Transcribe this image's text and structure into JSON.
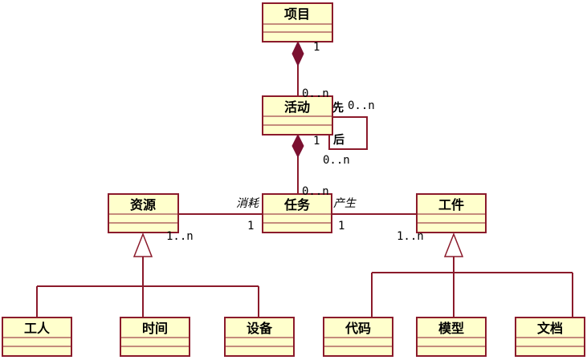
{
  "colors": {
    "class_fill": "#ffffcc",
    "class_border": "#8b1a2b",
    "line": "#8b1a2b",
    "diamond": "#7b1030"
  },
  "classes": {
    "project": "项目",
    "activity": "活动",
    "task": "任务",
    "resource": "资源",
    "artifact": "工件",
    "worker": "工人",
    "time": "时间",
    "equipment": "设备",
    "code": "代码",
    "model": "模型",
    "document": "文档"
  },
  "multiplicities": {
    "project_one": "1",
    "activity_many_top": "0..n",
    "self_many_right": "0..n",
    "activity_one": "1",
    "self_many_bottom": "0..n",
    "task_many": "0..n",
    "resource_many": "1..n",
    "task_one_left": "1",
    "task_one_right": "1",
    "artifact_many": "1..n"
  },
  "roles": {
    "before": "先",
    "after": "后",
    "consume": "消耗",
    "produce": "产生"
  }
}
